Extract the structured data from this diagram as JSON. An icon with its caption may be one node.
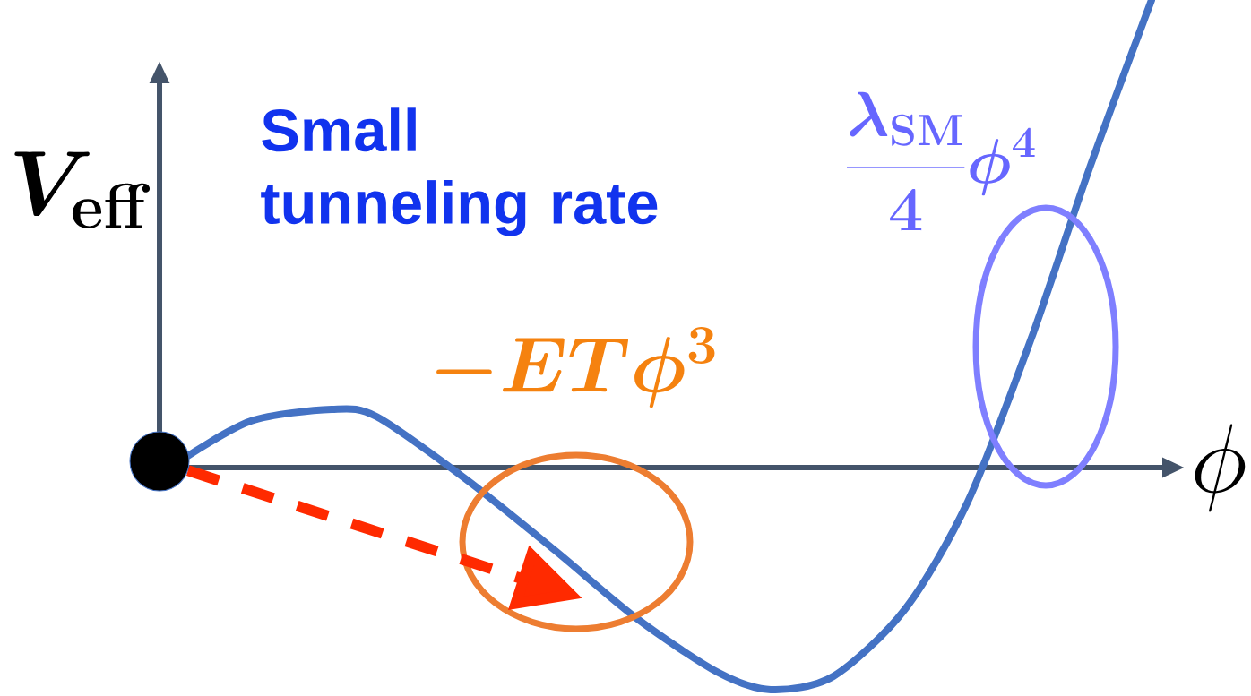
{
  "diagram": {
    "nodes": [
      {
        "text": [],
        "shape": "circle"
      },
      {
        "text": [
          "-ET\\phi^3"
        ]
      },
      {
        "text": [
          "\\frac{\\lambda_{\\mathrm{SM}}}{4}\\phi^4"
        ]
      }
    ],
    "edges": [
      {
        "from": 0,
        "to": 1,
        "arrow": "to",
        "style": "dashed",
        "color": "#ff2a00"
      }
    ],
    "labels": [
      "V_{\\mathrm{eff}}",
      "Small tunneling rate",
      "\\phi"
    ]
  }
}
